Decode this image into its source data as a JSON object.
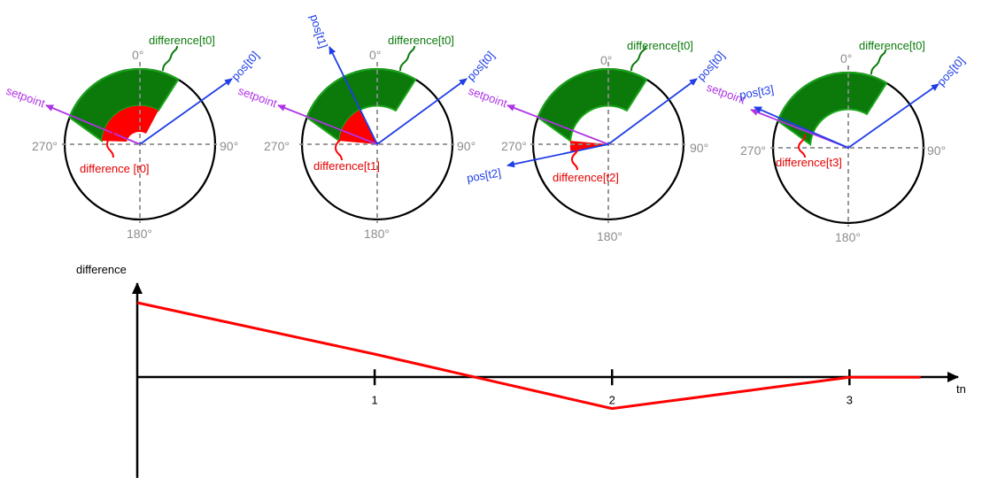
{
  "colors": {
    "circle": "#000000",
    "dashed_axis": "#8c8c8c",
    "green_band": "#0b7a0b",
    "green_edge": "#1aa51a",
    "red": "#ff0000",
    "setpoint": "#b033e6",
    "pos": "#1f3ee6",
    "green_label": "#0b7a0b",
    "red_label": "#e60000",
    "blue_label": "#1f3ee6",
    "purple_label": "#b033e6"
  },
  "dials": [
    {
      "deg_top": "0°",
      "deg_right": "90°",
      "deg_bottom": "180°",
      "deg_left": "270°",
      "green_label": "difference[t0]",
      "red_label": "difference [t0]",
      "setpoint_label": "setpoint",
      "pos0_label": "pos[t0]",
      "extra_pos_label": ""
    },
    {
      "deg_top": "0°",
      "deg_right": "90°",
      "deg_bottom": "180°",
      "deg_left": "270°",
      "green_label": "difference[t0]",
      "red_label": "difference[t1]",
      "setpoint_label": "setpoint",
      "pos0_label": "pos[t0]",
      "extra_pos_label": "pos[t1]"
    },
    {
      "deg_top": "0°",
      "deg_right": "90°",
      "deg_bottom": "180°",
      "deg_left": "270°",
      "green_label": "difference[t0]",
      "red_label": "difference[t2]",
      "setpoint_label": "setpoint",
      "pos0_label": "pos[t0]",
      "extra_pos_label": "pos[t2]"
    },
    {
      "deg_top": "0°",
      "deg_right": "90°",
      "deg_bottom": "180°",
      "deg_left": "270°",
      "green_label": "difference[t0]",
      "red_label": "difference[t3]",
      "setpoint_label": "setpoint",
      "pos0_label": "pos[t0]",
      "extra_pos_label": "pos[t3]"
    }
  ],
  "chart_data": {
    "type": "line",
    "ylabel": "difference",
    "xlabel": "tn",
    "x_ticks": [
      "1",
      "2",
      "3"
    ],
    "series": [
      {
        "x": [
          0,
          1,
          2,
          3,
          3.3
        ],
        "values": [
          1.0,
          0.31,
          -0.42,
          0,
          0
        ]
      }
    ],
    "xlim": [
      0,
      3.45
    ],
    "ylim": [
      -1.35,
      1.0
    ],
    "grid": false,
    "legend": "none"
  }
}
